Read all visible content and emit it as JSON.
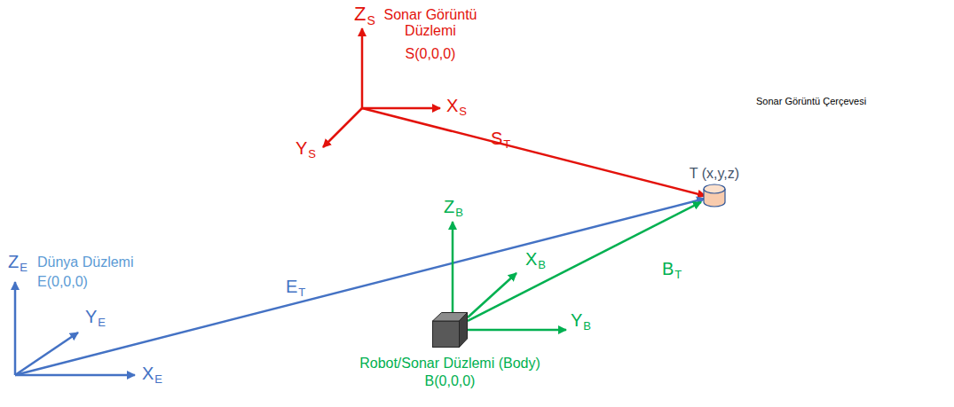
{
  "diagram": {
    "nodes": [
      {
        "text": [
          "Sonar Görüntü Çerçevesi"
        ]
      },
      {
        "text": [
          "T (x,y,z)"
        ],
        "in": 0
      },
      {
        "text": [
          "Robot/Sonar Düzlemi (Body)",
          "B(0,0,0)"
        ]
      }
    ],
    "edges": [
      {
        "from": 2,
        "to": 1,
        "arrow": "to"
      }
    ],
    "labels": [
      "Z",
      "S",
      "Sonar Görüntü Düzlemi",
      "S(0,0,0)",
      "X",
      "S",
      "Y",
      "S",
      "S",
      "T",
      "Z",
      "E",
      "Dünya Düzlemi",
      "E(0,0,0)",
      "Y",
      "E",
      "X",
      "E",
      "E",
      "T",
      "Z",
      "B",
      "X",
      "B",
      "B",
      "T",
      "Y",
      "B"
    ]
  }
}
